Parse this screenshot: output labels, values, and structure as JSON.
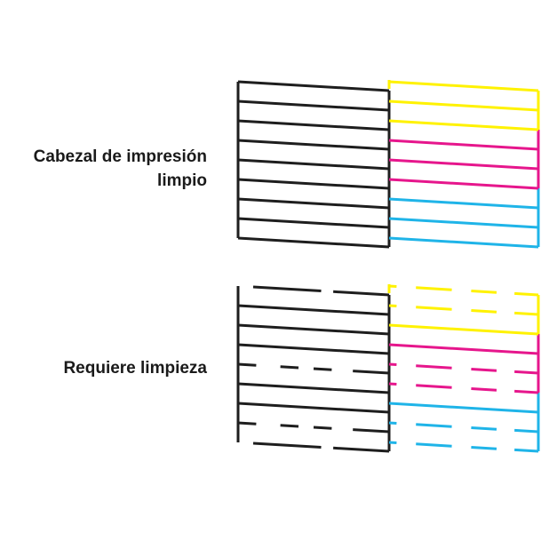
{
  "labels": {
    "clean_line1": "Cabezal de impresión",
    "clean_line2": "limpio",
    "dirty": "Requiere limpieza"
  },
  "colors": {
    "black": "#1e1e1e",
    "yellow": "#fff200",
    "magenta": "#e6168c",
    "cyan": "#1fb4e8"
  },
  "patterns": [
    {
      "name": "clean",
      "left_block": {
        "lines": [
          {
            "color": "black",
            "state": "solid"
          },
          {
            "color": "black",
            "state": "solid"
          },
          {
            "color": "black",
            "state": "solid"
          },
          {
            "color": "black",
            "state": "solid"
          },
          {
            "color": "black",
            "state": "solid"
          },
          {
            "color": "black",
            "state": "solid"
          },
          {
            "color": "black",
            "state": "solid"
          },
          {
            "color": "black",
            "state": "solid"
          },
          {
            "color": "black",
            "state": "solid"
          }
        ]
      },
      "right_block": {
        "lines": [
          {
            "color": "yellow",
            "state": "solid"
          },
          {
            "color": "yellow",
            "state": "solid"
          },
          {
            "color": "yellow",
            "state": "solid"
          },
          {
            "color": "magenta",
            "state": "solid"
          },
          {
            "color": "magenta",
            "state": "solid"
          },
          {
            "color": "magenta",
            "state": "solid"
          },
          {
            "color": "cyan",
            "state": "solid"
          },
          {
            "color": "cyan",
            "state": "solid"
          },
          {
            "color": "cyan",
            "state": "solid"
          }
        ]
      }
    },
    {
      "name": "needs-cleaning",
      "left_block": {
        "lines": [
          {
            "color": "black",
            "state": "broken"
          },
          {
            "color": "black",
            "state": "solid"
          },
          {
            "color": "black",
            "state": "solid"
          },
          {
            "color": "black",
            "state": "solid"
          },
          {
            "color": "black",
            "state": "dashed"
          },
          {
            "color": "black",
            "state": "solid"
          },
          {
            "color": "black",
            "state": "solid"
          },
          {
            "color": "black",
            "state": "dashed"
          },
          {
            "color": "black",
            "state": "broken"
          }
        ]
      },
      "right_block": {
        "lines": [
          {
            "color": "yellow",
            "state": "dashed"
          },
          {
            "color": "yellow",
            "state": "dashed"
          },
          {
            "color": "yellow",
            "state": "solid"
          },
          {
            "color": "magenta",
            "state": "solid"
          },
          {
            "color": "magenta",
            "state": "dashed"
          },
          {
            "color": "magenta",
            "state": "dashed"
          },
          {
            "color": "cyan",
            "state": "solid"
          },
          {
            "color": "cyan",
            "state": "dashed"
          },
          {
            "color": "cyan",
            "state": "dashed"
          }
        ]
      }
    }
  ]
}
